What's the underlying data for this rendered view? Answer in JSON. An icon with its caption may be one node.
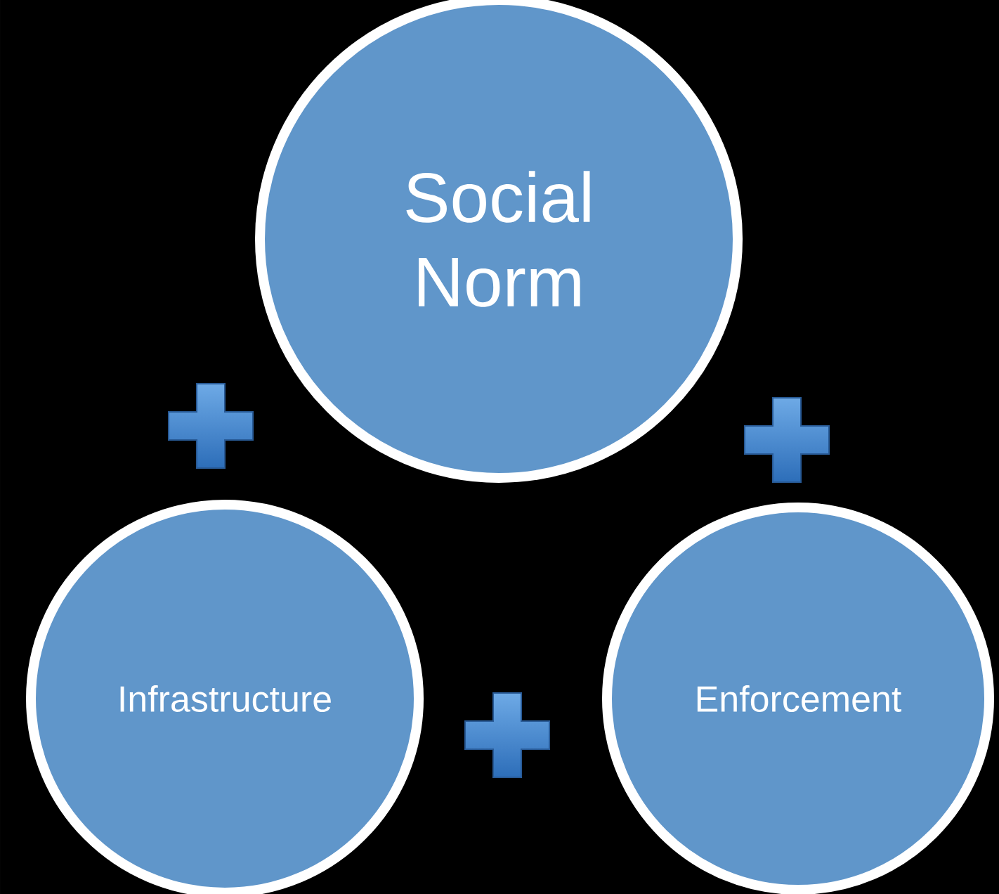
{
  "diagram": {
    "nodes": [
      {
        "text": [
          "Social Norm"
        ]
      },
      {
        "text": [
          "Infrastructure"
        ]
      },
      {
        "text": [
          "Enforcement"
        ]
      }
    ]
  }
}
